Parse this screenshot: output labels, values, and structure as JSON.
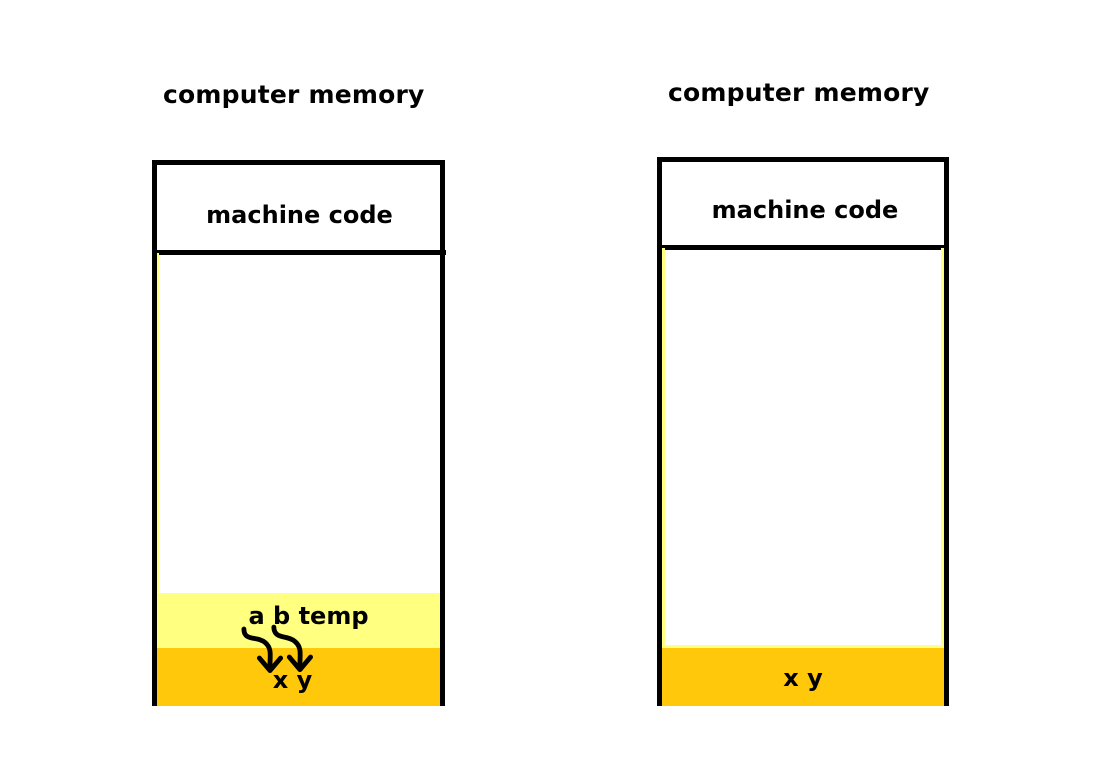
{
  "diagram": {
    "title_left": "computer memory",
    "title_right": "computer memory",
    "colors": {
      "outline": "#000000",
      "free_memory": "#ffffff",
      "light_yellow_band": "#ffff80",
      "orange_band": "#ffc80a",
      "background": "#ffffff"
    }
  },
  "panels": [
    {
      "id": "left",
      "title": "computer memory",
      "column": {
        "machine_code_label": "machine code",
        "bands": [
          {
            "name": "light-yellow-band",
            "label": "a b temp",
            "color": "#ffff80"
          },
          {
            "name": "orange-band",
            "label": "x  y",
            "color": "#ffc80a"
          }
        ],
        "arrows": [
          {
            "from": "a",
            "to": "x"
          },
          {
            "from": "b",
            "to": "y"
          }
        ]
      }
    },
    {
      "id": "right",
      "title": "computer memory",
      "column": {
        "machine_code_label": "machine code",
        "bands": [
          {
            "name": "orange-band",
            "label": "x  y",
            "color": "#ffc80a"
          }
        ],
        "arrows": []
      }
    }
  ]
}
